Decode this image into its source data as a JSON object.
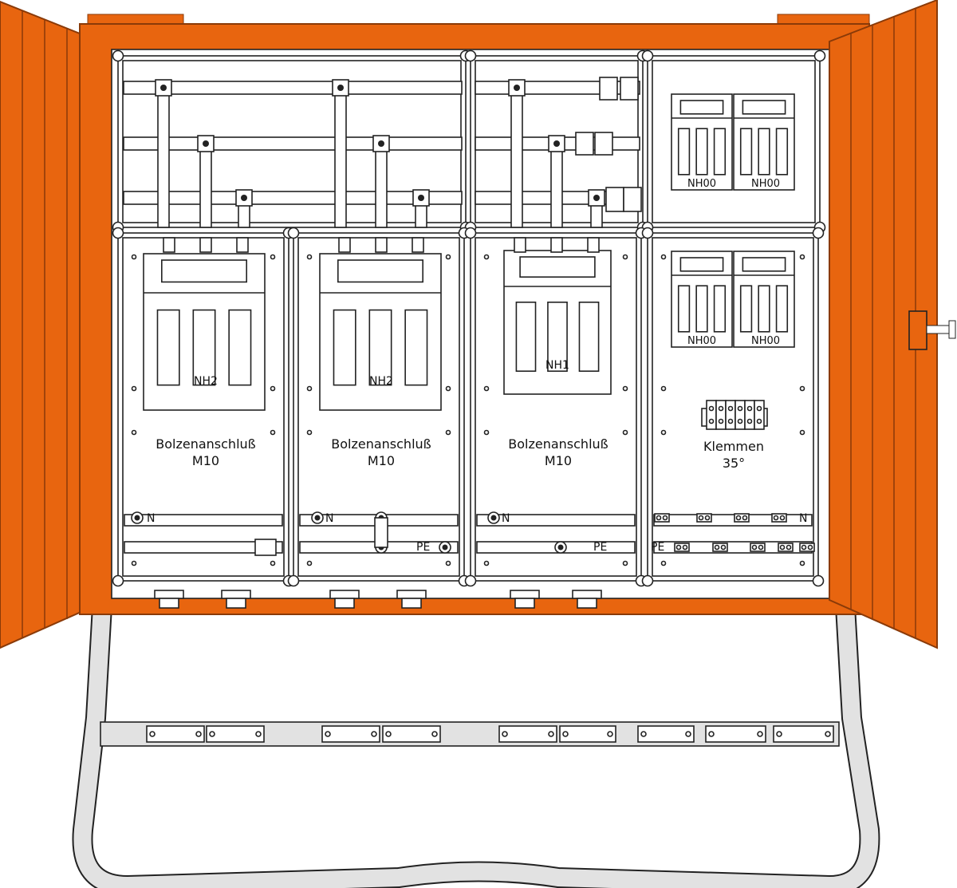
{
  "colors": {
    "cabinet": "#E8650F",
    "cabinet_edge": "#8a3a08",
    "line": "#222222",
    "frame": "#dcdcdc"
  },
  "panels": [
    {
      "fuse": "NH2",
      "label1": "Bolzenanschluß",
      "label2": "M10",
      "n": "N",
      "pe": ""
    },
    {
      "fuse": "NH2",
      "label1": "Bolzenanschluß",
      "label2": "M10",
      "n": "N",
      "pe": "PE"
    },
    {
      "fuse": "NH1",
      "label1": "Bolzenanschluß",
      "label2": "M10",
      "n": "N",
      "pe": "PE"
    },
    {
      "fuse_a": "NH00",
      "fuse_b": "NH00",
      "label1": "Klemmen",
      "label2": "35°",
      "n": "N",
      "pe": "PE"
    }
  ],
  "top_right_panel": {
    "fuse_a": "NH00",
    "fuse_b": "NH00"
  }
}
